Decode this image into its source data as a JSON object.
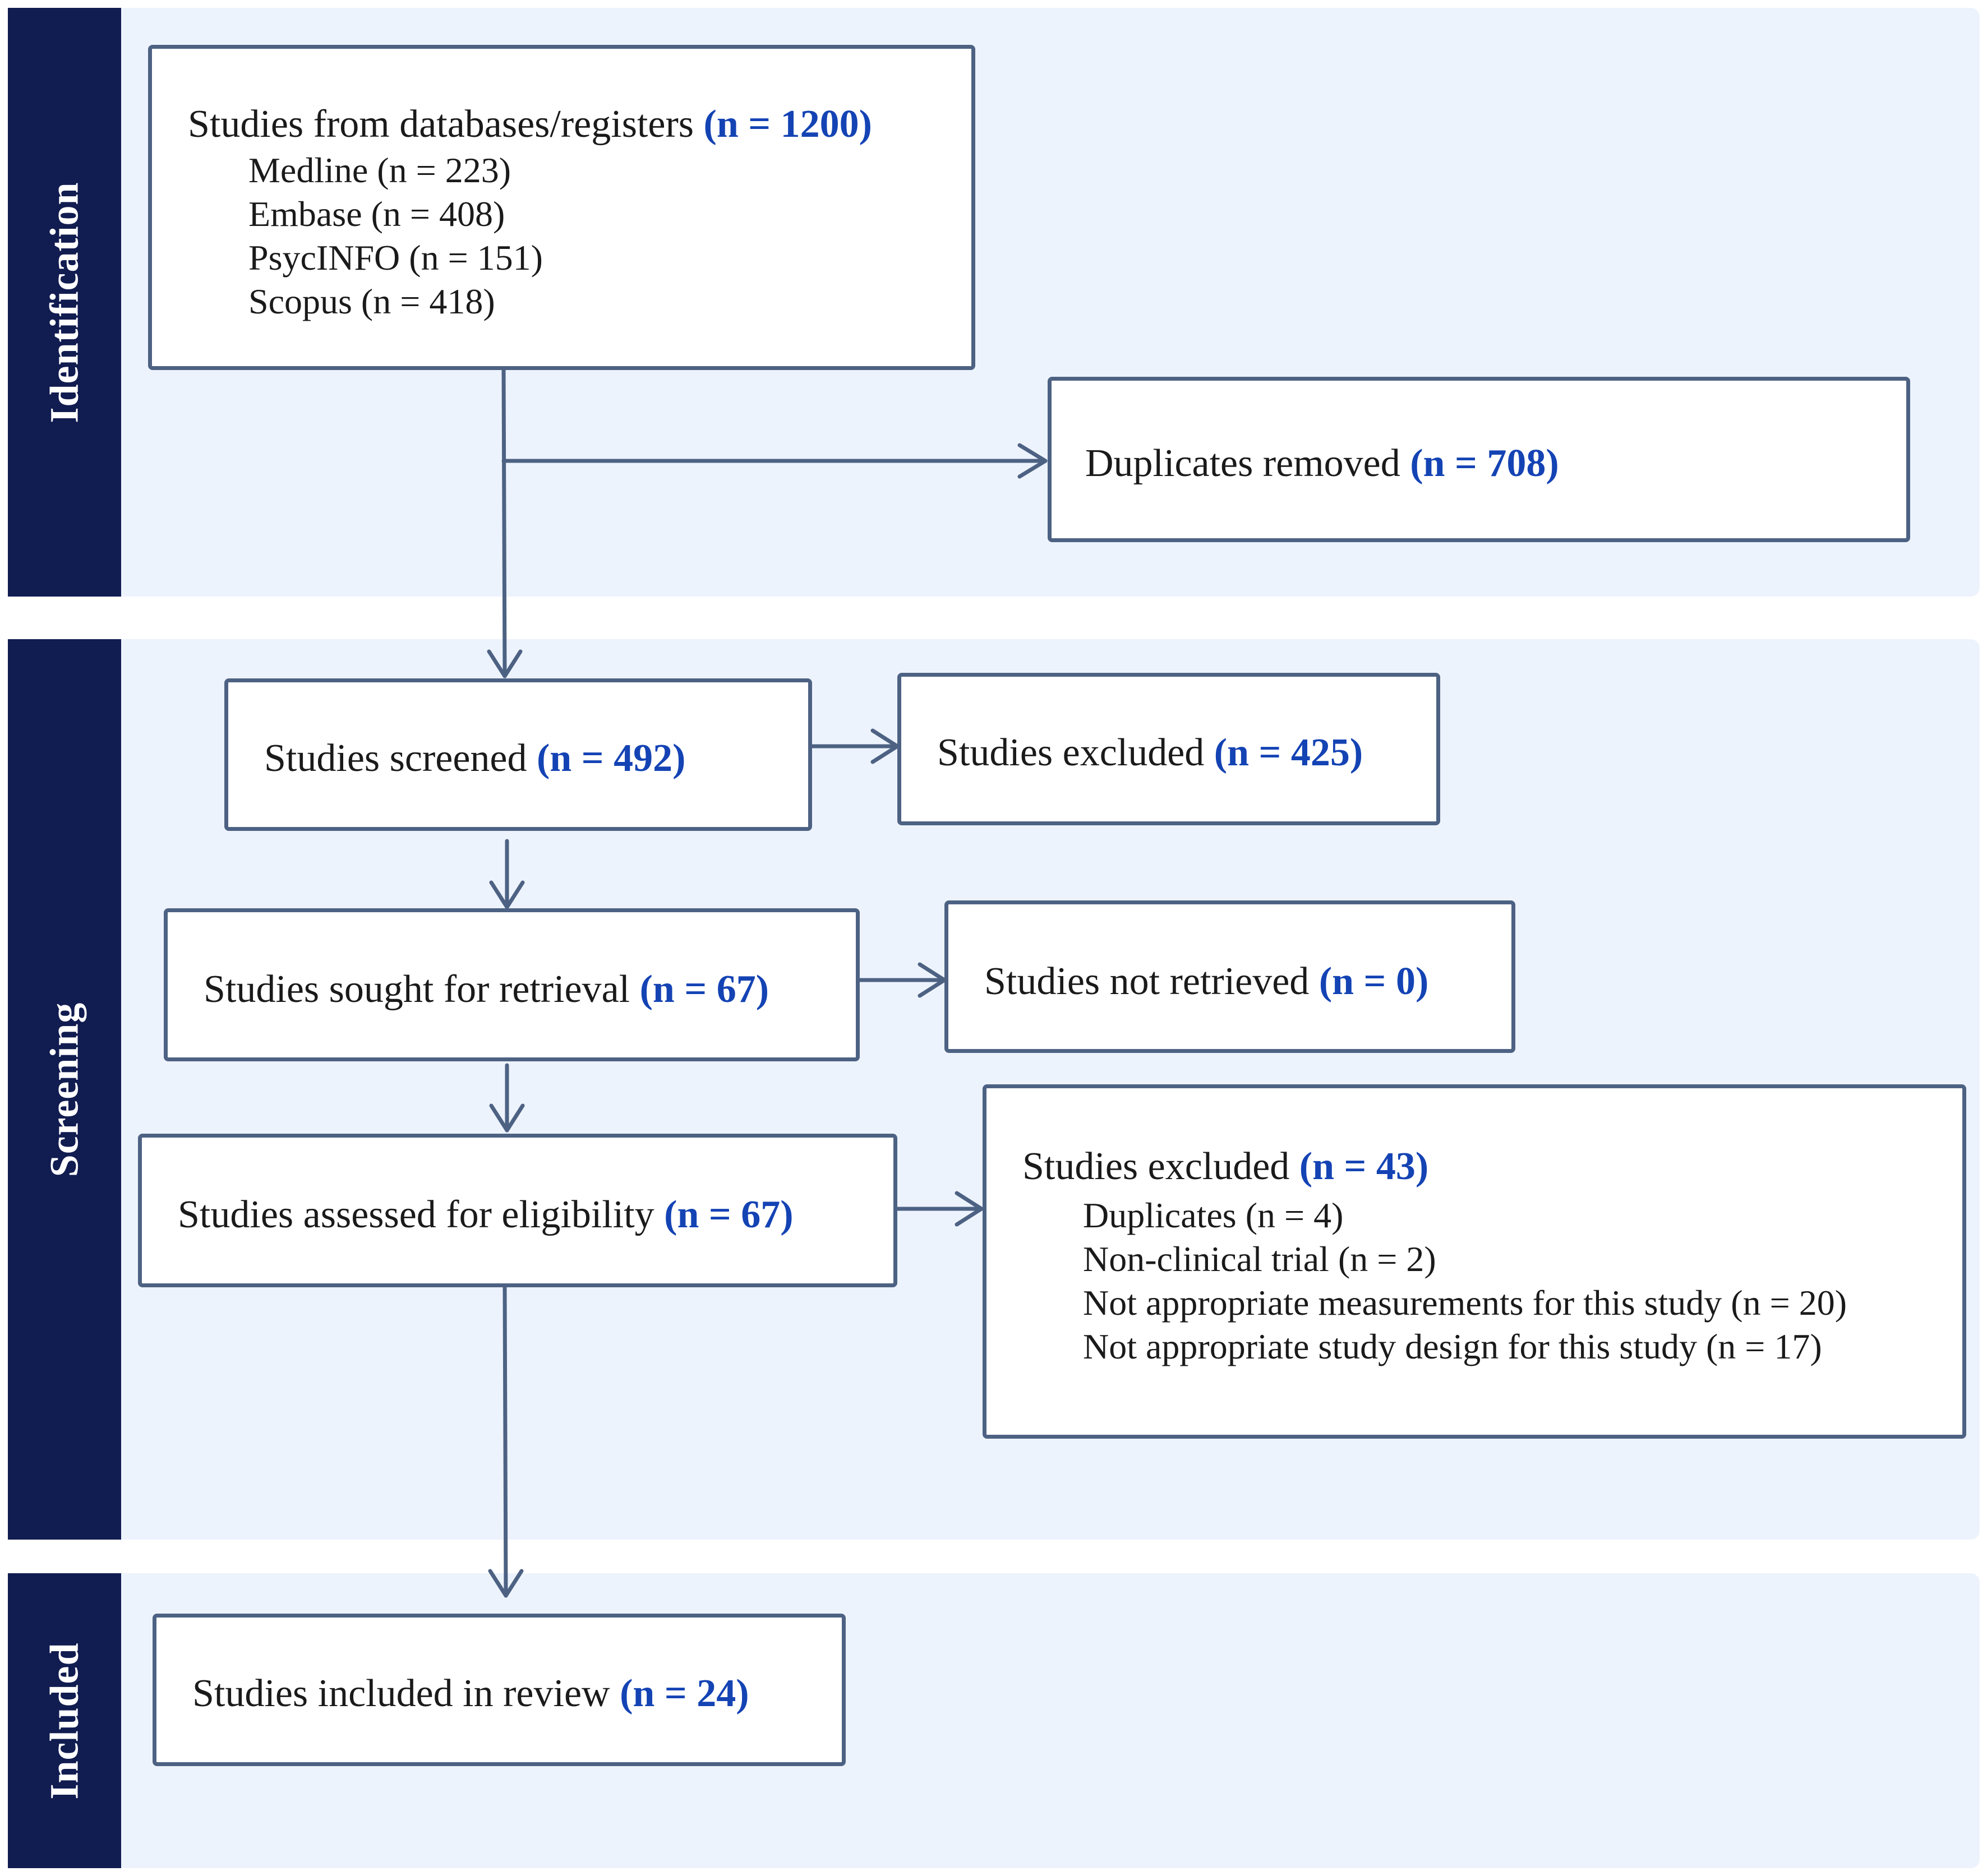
{
  "phases": {
    "identification": "Identification",
    "screening": "Screening",
    "included": "Included"
  },
  "boxes": {
    "identified": {
      "label": "Studies from databases/registers",
      "n": "(n = 1200)",
      "sources": [
        "Medline (n = 223)",
        "Embase (n = 408)",
        "PsycINFO (n = 151)",
        "Scopus (n = 418)"
      ]
    },
    "duplicates": {
      "label": "Duplicates removed",
      "n": "(n = 708)"
    },
    "screened": {
      "label": "Studies screened",
      "n": "(n = 492)"
    },
    "excluded_screen": {
      "label": "Studies excluded",
      "n": "(n = 425)"
    },
    "sought": {
      "label": "Studies sought for retrieval",
      "n": "(n = 67)"
    },
    "not_retrieved": {
      "label": "Studies not retrieved",
      "n": "(n = 0)"
    },
    "assessed": {
      "label": "Studies assessed for eligibility",
      "n": "(n = 67)"
    },
    "excluded_eligibility": {
      "label": "Studies excluded",
      "n": "(n = 43)",
      "reasons": [
        "Duplicates (n = 4)",
        "Non-clinical trial (n = 2)",
        "Not appropriate measurements for this study (n = 20)",
        "Not appropriate study design for this study (n = 17)"
      ]
    },
    "included": {
      "label": "Studies included in review",
      "n": "(n = 24)"
    }
  },
  "colors": {
    "band_background": "#edf3fd",
    "band_label": "#111c50",
    "box_border": "#4d6283",
    "count_text": "#1443b4"
  }
}
